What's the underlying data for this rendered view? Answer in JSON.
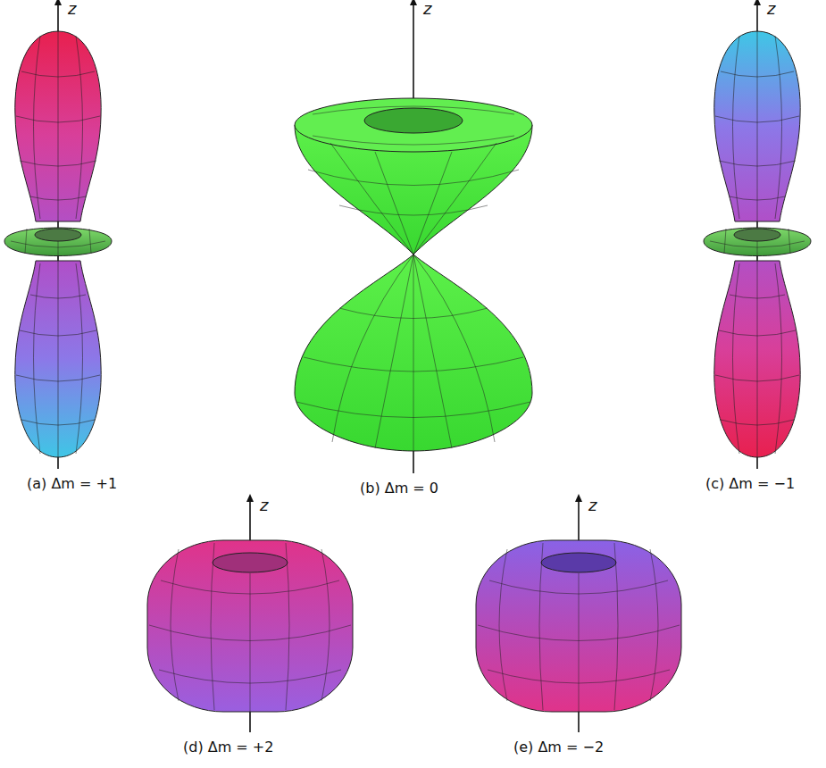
{
  "diagram": {
    "labels": [
      "z",
      "z",
      "z",
      "z",
      "z",
      "(a) Δm = +1",
      "(b) Δm = 0",
      "(c) Δm = −1",
      "(d) Δm = +2",
      "(e) Δm = −2"
    ]
  }
}
